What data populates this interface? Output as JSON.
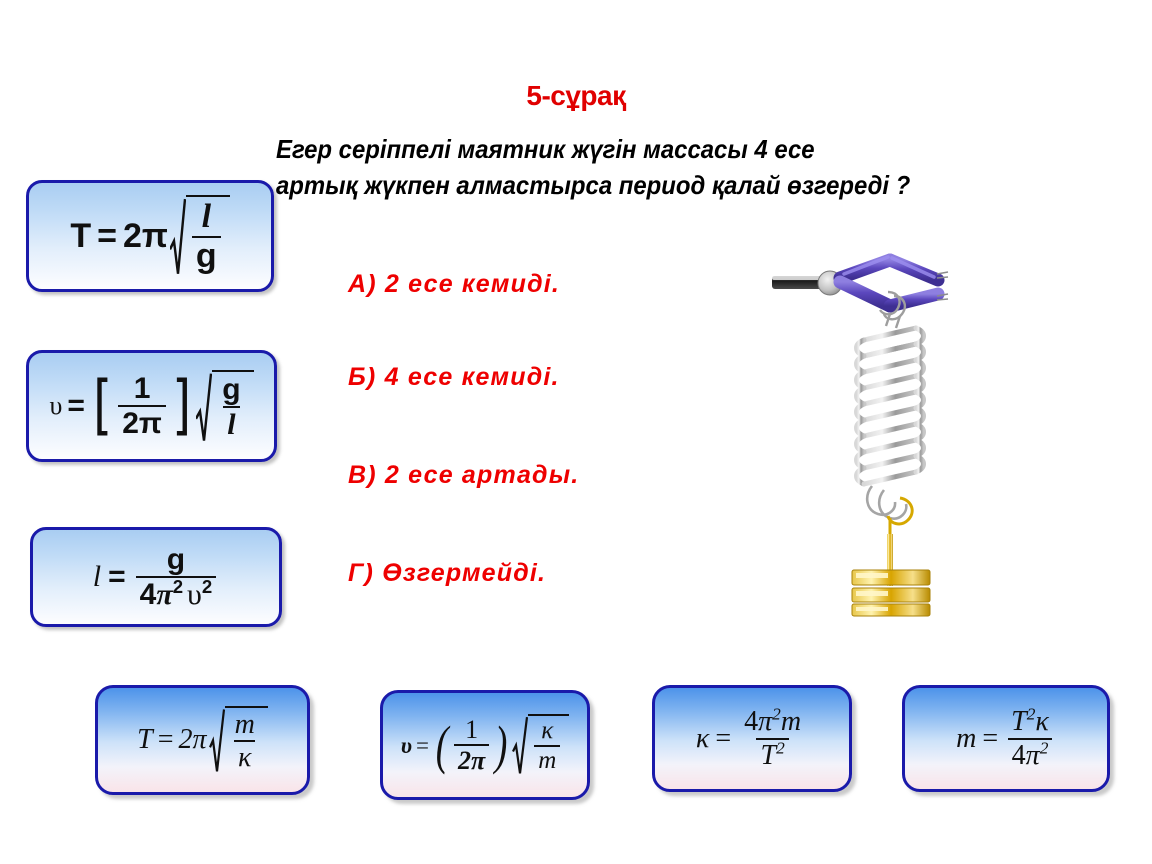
{
  "slide": {
    "title": "5-сұрақ",
    "title_color": "#e00000",
    "background": "#ffffff"
  },
  "question": {
    "line1": "Егер серіппелі маятник жүгін массасы 4 есе",
    "line2": "артық жүкпен алмастырса период қалай өзгереді ?",
    "color": "#000000"
  },
  "answers": [
    {
      "key": "А)",
      "label": "А) 2 есе кемиді."
    },
    {
      "key": "Б)",
      "label": "Б) 4 есе кемиді."
    },
    {
      "key": "В)",
      "label": "В) 2 есе артады."
    },
    {
      "key": "Г)",
      "label": "Г) Өзгермейді."
    }
  ],
  "answer_color": "#ee0000",
  "formulas_left": [
    {
      "name": "period-pendulum",
      "plain": "T = 2π √(l/g)",
      "lhs": "T",
      "eq": "=",
      "coef": "2π",
      "num": "l",
      "den": "g"
    },
    {
      "name": "frequency-pendulum",
      "plain": "υ = (1/2π) √(g/l)",
      "lhs": "υ",
      "eq": "=",
      "num1": "1",
      "den1": "2π",
      "num2": "g",
      "den2": "l"
    },
    {
      "name": "length-pendulum",
      "plain": "l = g / (4π² υ²)",
      "lhs": "l",
      "eq": "=",
      "num": "g",
      "den_coef": "4",
      "den_pi": "π",
      "den_pi_exp": "2",
      "den_nu": "υ",
      "den_nu_exp": "2"
    }
  ],
  "formulas_bottom": [
    {
      "name": "period-spring",
      "plain": "T = 2π √(m/κ)",
      "lhs": "T",
      "eq": "=",
      "coef": "2π",
      "num": "m",
      "den": "κ"
    },
    {
      "name": "frequency-spring",
      "plain": "υ = (1/2π) √(κ/m)",
      "lhs": "υ",
      "eq": "=",
      "num1": "1",
      "den1": "2π",
      "num2": "κ",
      "den2": "m"
    },
    {
      "name": "stiffness",
      "plain": "κ = 4π²m / T²",
      "lhs": "κ",
      "eq": "=",
      "num_coef": "4",
      "num_pi": "π",
      "num_pi_exp": "2",
      "num_m": "m",
      "den_T": "T",
      "den_T_exp": "2"
    },
    {
      "name": "mass",
      "plain": "m = T²κ / (4π²)",
      "lhs": "m",
      "eq": "=",
      "num_T": "T",
      "num_T_exp": "2",
      "num_k": "κ",
      "den_coef": "4",
      "den_pi": "π",
      "den_pi_exp": "2"
    }
  ],
  "apparatus": {
    "name": "spring-pendulum-illustration",
    "clamp_color": "#6a57c8",
    "rod_color": "#303030",
    "pivot_color": "#c9c9c9",
    "spring_color": "#a8a8a8",
    "weight_color": "#d9a800",
    "parts": [
      "stand-rod",
      "clamp",
      "spring",
      "hook",
      "weight-stack"
    ],
    "weight_disc_count": 3
  },
  "style": {
    "box_border": "#1a1aaa",
    "box_gradient_top": "#a9cdf2",
    "box_gradient_bottom": "#fdfdff",
    "box_bottom_gradient_top": "#4d93ea",
    "box_bottom_gradient_bottom": "#f9e4e9"
  }
}
